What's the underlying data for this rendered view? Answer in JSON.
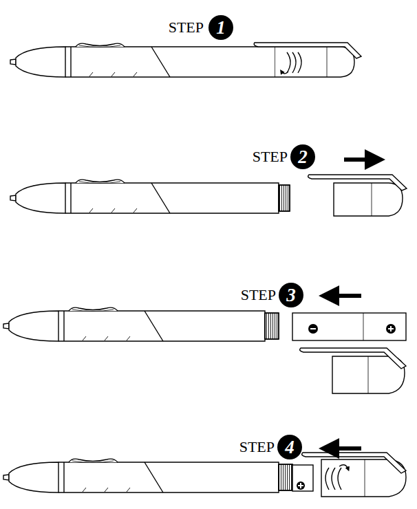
{
  "diagram": {
    "nodes": [
      {
        "text": [
          "1"
        ]
      },
      {
        "text": [
          "2"
        ]
      },
      {
        "text": [
          "3"
        ]
      },
      {
        "text": [
          "4"
        ]
      }
    ],
    "labels": [
      "STEP",
      "STEP",
      "STEP",
      "STEP"
    ]
  }
}
